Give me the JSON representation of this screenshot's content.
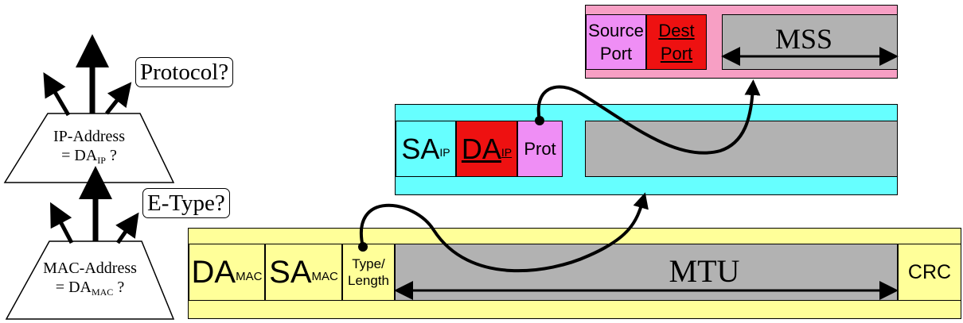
{
  "colors": {
    "ethernet_band": "#ffff99",
    "ip_band": "#66ffff",
    "tcp_band": "#f79fc4",
    "highlight_field": "#ee1111",
    "protocol_field": "#ef8ef5",
    "payload": "#b2b2b2"
  },
  "stack": {
    "mac_box": {
      "line1": "MAC-Address",
      "line2": "= DA",
      "sub": "MAC",
      "suffix": " ?"
    },
    "ip_box": {
      "line1": "IP-Address",
      "line2": "= DA",
      "sub": "IP",
      "suffix": " ?"
    },
    "etype_question": "E-Type?",
    "protocol_question": "Protocol?"
  },
  "ethernet_frame": {
    "da": "DA",
    "da_sub": "MAC",
    "sa": "SA",
    "sa_sub": "MAC",
    "type_line1": "Type/",
    "type_line2": "Length",
    "payload_label": "MTU",
    "crc": "CRC"
  },
  "ip_packet": {
    "sa": "SA",
    "sa_sub": "IP",
    "da": "DA",
    "da_sub": "IP",
    "prot": "Prot"
  },
  "tcp_segment": {
    "src_line1": "Source",
    "src_line2": "Port",
    "dst_line1": "Dest",
    "dst_line2": "Port",
    "payload_label": "MSS"
  }
}
